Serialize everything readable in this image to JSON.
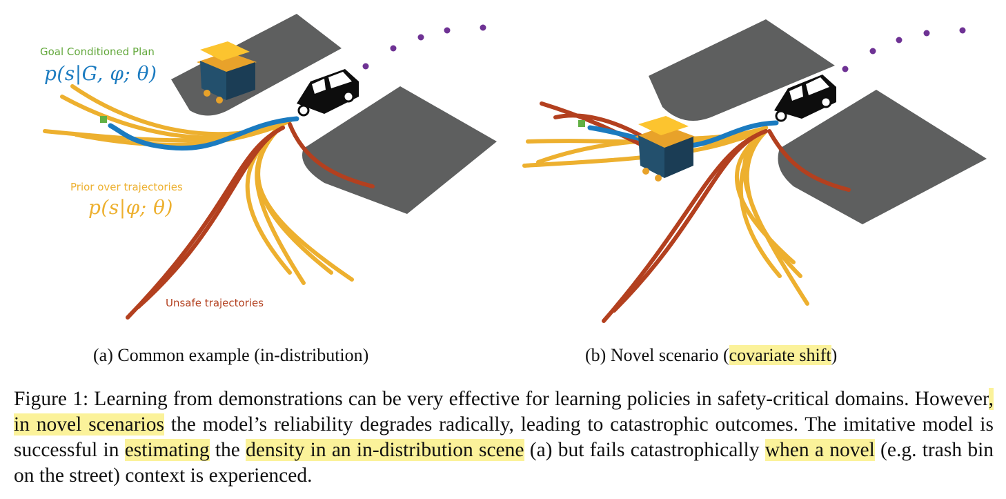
{
  "colors": {
    "road": "#5e5f5f",
    "goal_plan": "#1b7bc0",
    "prior": "#edb02f",
    "unsafe": "#b3401f",
    "goal_marker": "#62b044",
    "waypoint": "#6e3294",
    "highlight": "#fbf29a",
    "goal_label": "#63a83c"
  },
  "panel_a": {
    "goal_label": "Goal Conditioned Plan",
    "goal_math": "p(s|G, φ; θ)",
    "prior_label": "Prior over trajectories",
    "prior_math": "p(s|φ; θ)",
    "unsafe_label": "Unsafe trajectories",
    "subcaption": "(a) Common example (in-distribution)"
  },
  "panel_b": {
    "subcaption_prefix": "(b) Novel scenario (",
    "subcaption_highlight": "covariate shift",
    "subcaption_suffix": ")"
  },
  "caption": {
    "t1": "Figure 1: Learning from demonstrations can be very effective for learning policies in safety-critical domains. However",
    "h1": ", in novel scenarios",
    "t2": " the model’s reliability degrades radically, leading to catastrophic outcomes. The imitative model is successful in ",
    "h2": "estimating",
    "t3": " the ",
    "h3": "density in an in-distribution scene",
    "t4": " (a) but fails catastrophically ",
    "h4": "when a novel",
    "t5": " (e.g. trash bin on the street) context is experienced."
  }
}
